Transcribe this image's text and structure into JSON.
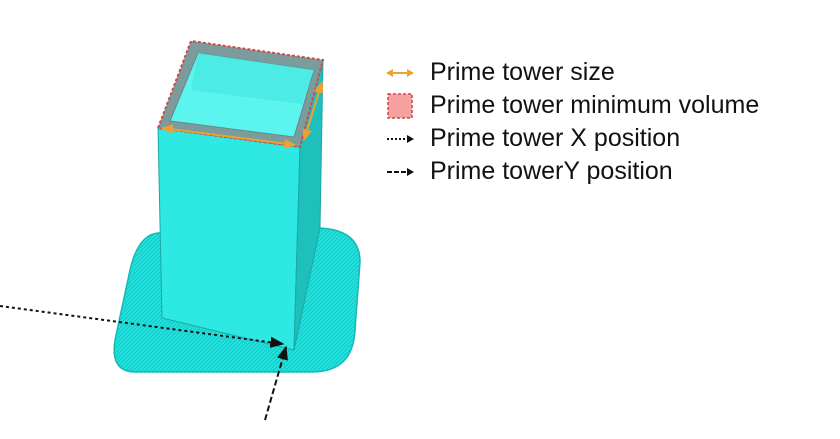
{
  "legend": {
    "items": [
      {
        "label": "Prime tower size",
        "symbol": "double-headed-arrow-icon",
        "color": "#f0a030"
      },
      {
        "label": "Prime tower minimum volume",
        "symbol": "filled-square-icon",
        "color": "#f7a0a0"
      },
      {
        "label": "Prime tower X position",
        "symbol": "dotted-arrow-icon",
        "color": "#111111"
      },
      {
        "label": "Prime towerY position",
        "symbol": "dashed-arrow-icon",
        "color": "#111111"
      }
    ]
  },
  "colors": {
    "tower_front": "#2ee8e3",
    "tower_right": "#1fbfbc",
    "tower_inner": "#5cf4ef",
    "base": "#22e0dc",
    "base_edge": "#15b8b4",
    "wall_highlight": "#d04a4a",
    "size_arrow": "#f0a030",
    "position_arrow": "#111111"
  }
}
